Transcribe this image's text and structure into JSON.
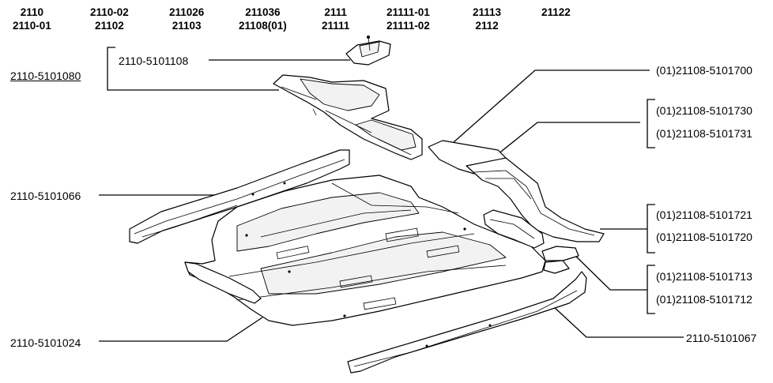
{
  "models": [
    [
      "2110",
      "2110-01"
    ],
    [
      "2110-02",
      "21102"
    ],
    [
      "211026",
      "21103"
    ],
    [
      "211036",
      "21108(01)"
    ],
    [
      "2111",
      "21111"
    ],
    [
      "21111-01",
      "21111-02"
    ],
    [
      "21113",
      "2112"
    ],
    [
      "21122"
    ]
  ],
  "labels": {
    "assembly": "2110-5101080",
    "top_bracket": "2110-5101108",
    "left_rail": "2110-5101066",
    "floor_pan": "2110-5101024",
    "right_sill": "2110-5101067",
    "tunnel_upper": "(01)21108-5101700",
    "tunnel_a": "(01)21108-5101730",
    "tunnel_b": "(01)21108-5101731",
    "member_a": "(01)21108-5101721",
    "member_b": "(01)21108-5101720",
    "plate_a": "(01)21108-5101713",
    "plate_b": "(01)21108-5101712"
  }
}
